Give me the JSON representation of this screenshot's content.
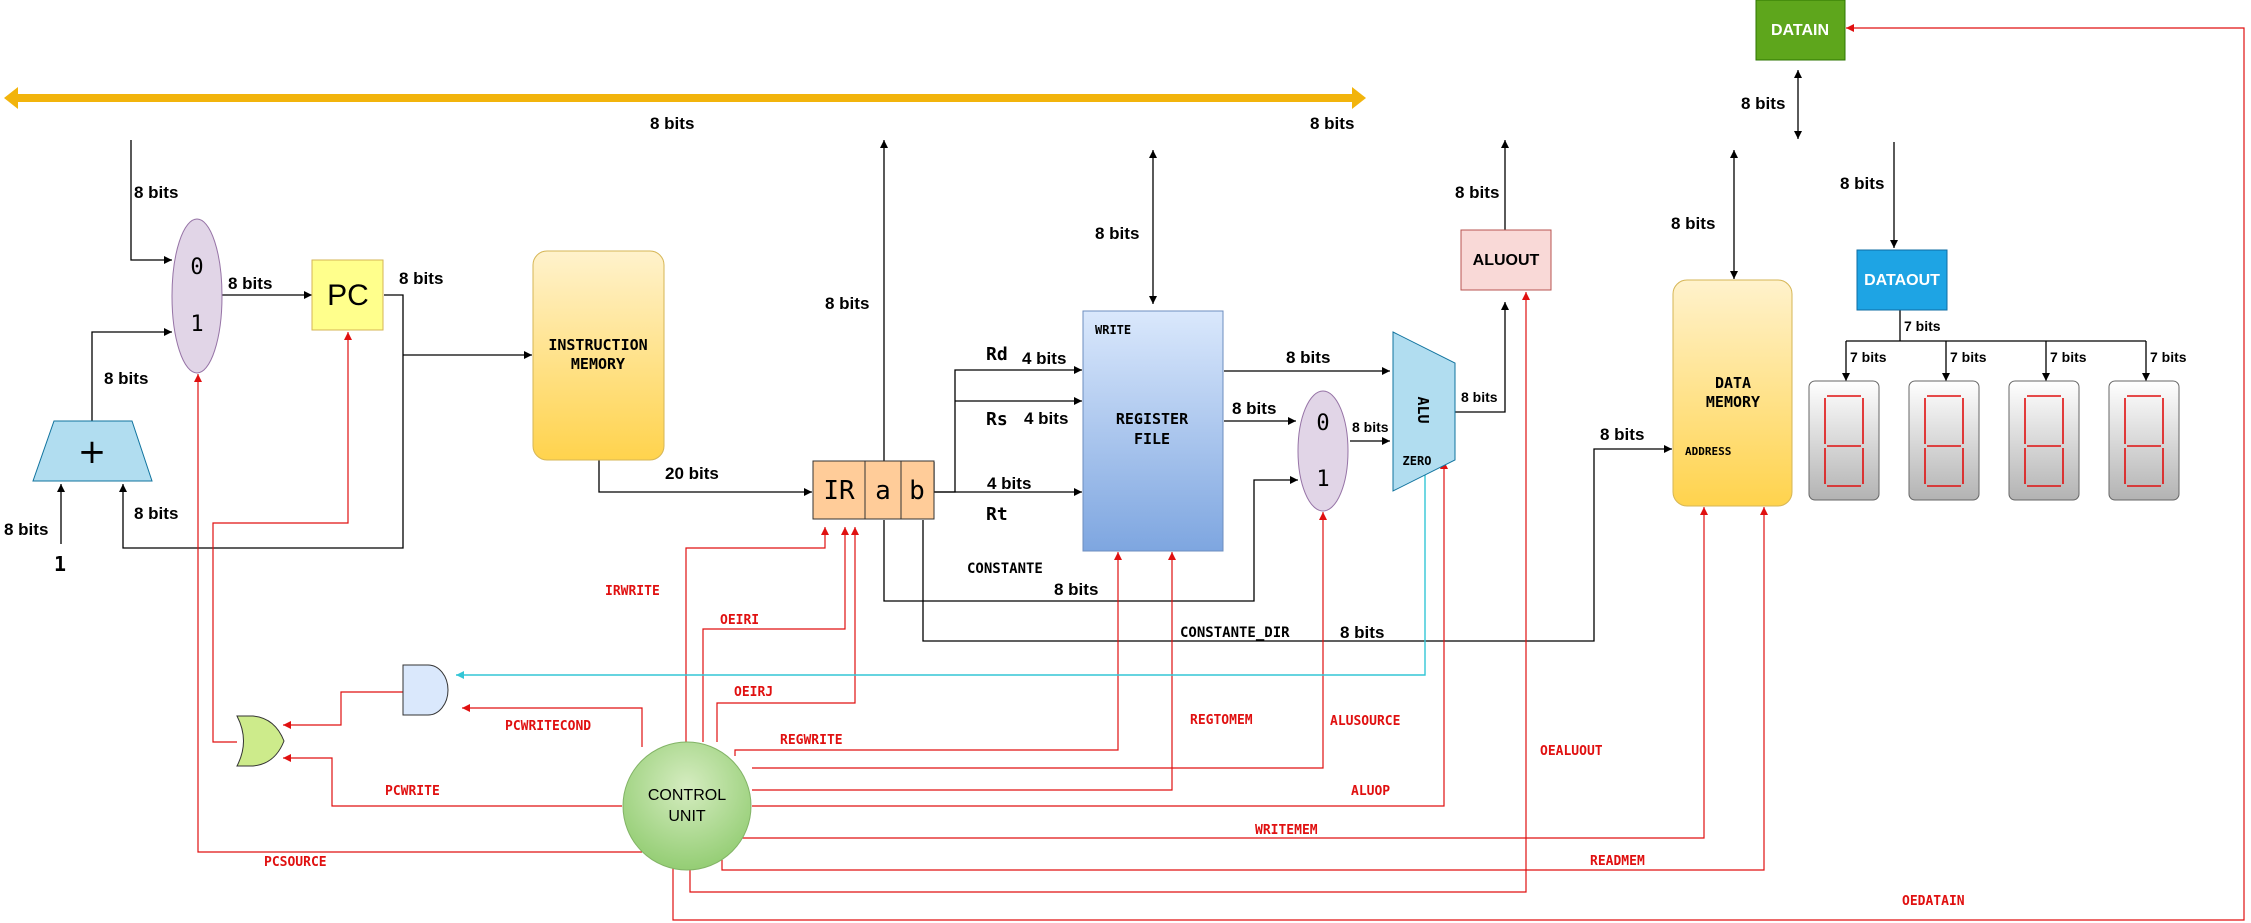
{
  "bus": {
    "label_left": "8 bits",
    "label_right": "8 bits",
    "color": "#f2b40c"
  },
  "blocks": {
    "datain": "DATAIN",
    "dataout": "DATAOUT",
    "aluout": "ALUOUT",
    "pc": "PC",
    "adder": "+",
    "instruction_memory": [
      "INSTRUCTION",
      "MEMORY"
    ],
    "register_file": [
      "REGISTER",
      "FILE"
    ],
    "register_file_write": "WRITE",
    "data_memory": [
      "DATA",
      "MEMORY"
    ],
    "data_memory_address": "ADDRESS",
    "alu": "ALU",
    "alu_zero": "ZERO",
    "ir": [
      "IR",
      "a",
      "b"
    ],
    "control_unit": [
      "CONTROL",
      "UNIT"
    ],
    "mux_pc": [
      "0",
      "1"
    ],
    "mux_alu": [
      "0",
      "1"
    ],
    "constant_one": "1"
  },
  "width_labels": {
    "datain_bus": "8 bits",
    "bus_to_mux": "8 bits",
    "mux_to_pc": "8 bits",
    "pc_out": "8 bits",
    "adder_to_mux": "8 bits",
    "one_to_adder": "8 bits",
    "pc_to_adder": "8 bits",
    "im_to_ir": "20 bits",
    "ir_to_bus": "8 bits",
    "rd": "4 bits",
    "rs": "4 bits",
    "rt": "4 bits",
    "regfile_bus": "8 bits",
    "regfile_to_alu": "8 bits",
    "regfile_to_mux": "8 bits",
    "mux_to_alu": "8 bits",
    "alu_to_aluout": "8 bits",
    "aluout_to_bus": "8 bits",
    "constante": "8 bits",
    "constante_dir": "8 bits",
    "datamem_bus": "8 bits",
    "dataout_bus": "8 bits",
    "dataout_to_display": "7 bits",
    "disp1": "7 bits",
    "disp2": "7 bits",
    "disp3": "7 bits",
    "disp4": "7 bits",
    "address_in": "8 bits"
  },
  "register_fields": {
    "rd": "Rd",
    "rs": "Rs",
    "rt": "Rt",
    "constante": "CONSTANTE",
    "constante_dir": "CONSTANTE_DIR"
  },
  "control_signals": {
    "irwrite": "IRWRITE",
    "oeiri": "OEIRI",
    "oeirj": "OEIRJ",
    "pcwritecond": "PCWRITECOND",
    "pcwrite": "PCWRITE",
    "pcsource": "PCSOURCE",
    "regwrite": "REGWRITE",
    "regtomem": "REGTOMEM",
    "alusource": "ALUSOURCE",
    "aluop": "ALUOP",
    "writemem": "WRITEMEM",
    "readmem": "READMEM",
    "oealuout": "OEALUOUT",
    "oedatain": "OEDATAIN"
  },
  "colors": {
    "datain": "#5ea61c",
    "dataout": "#1ea4e4",
    "signal": "#e01010",
    "zero_line": "#33c6d6",
    "pc": "#ffff8c",
    "aluout": "#f9d9d7"
  }
}
